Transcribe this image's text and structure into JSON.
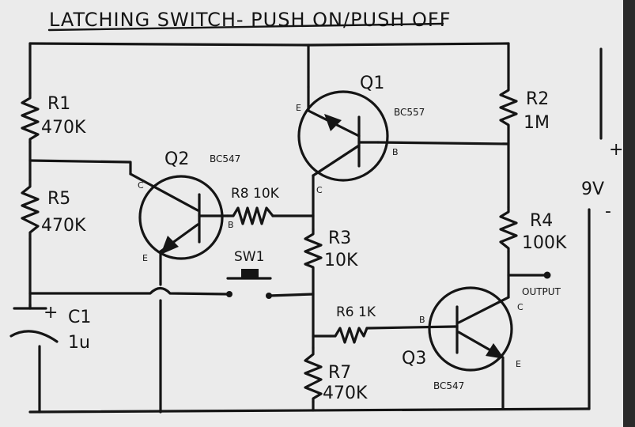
{
  "title": "LATCHING SWITCH- PUSH ON/PUSH OFF",
  "supply": {
    "voltage": "9V",
    "plus": "+",
    "minus": "-"
  },
  "components": {
    "r1": {
      "name": "R1",
      "value": "470K"
    },
    "r2": {
      "name": "R2",
      "value": "1M"
    },
    "r3": {
      "name": "R3",
      "value": "10K"
    },
    "r4": {
      "name": "R4",
      "value": "100K"
    },
    "r5": {
      "name": "R5",
      "value": "470K"
    },
    "r6": {
      "name": "R6 1K"
    },
    "r7": {
      "name": "R7",
      "value": "470K"
    },
    "r8": {
      "name": "R8 10K"
    },
    "c1": {
      "name": "C1",
      "value": "1u",
      "polarity": "+"
    },
    "q1": {
      "name": "Q1",
      "type": "BC557"
    },
    "q2": {
      "name": "Q2",
      "type": "BC547"
    },
    "q3": {
      "name": "Q3",
      "type": "BC547"
    },
    "sw1": {
      "name": "SW1"
    }
  },
  "pins": {
    "e": "E",
    "b": "B",
    "c": "C"
  },
  "output": "OUTPUT"
}
